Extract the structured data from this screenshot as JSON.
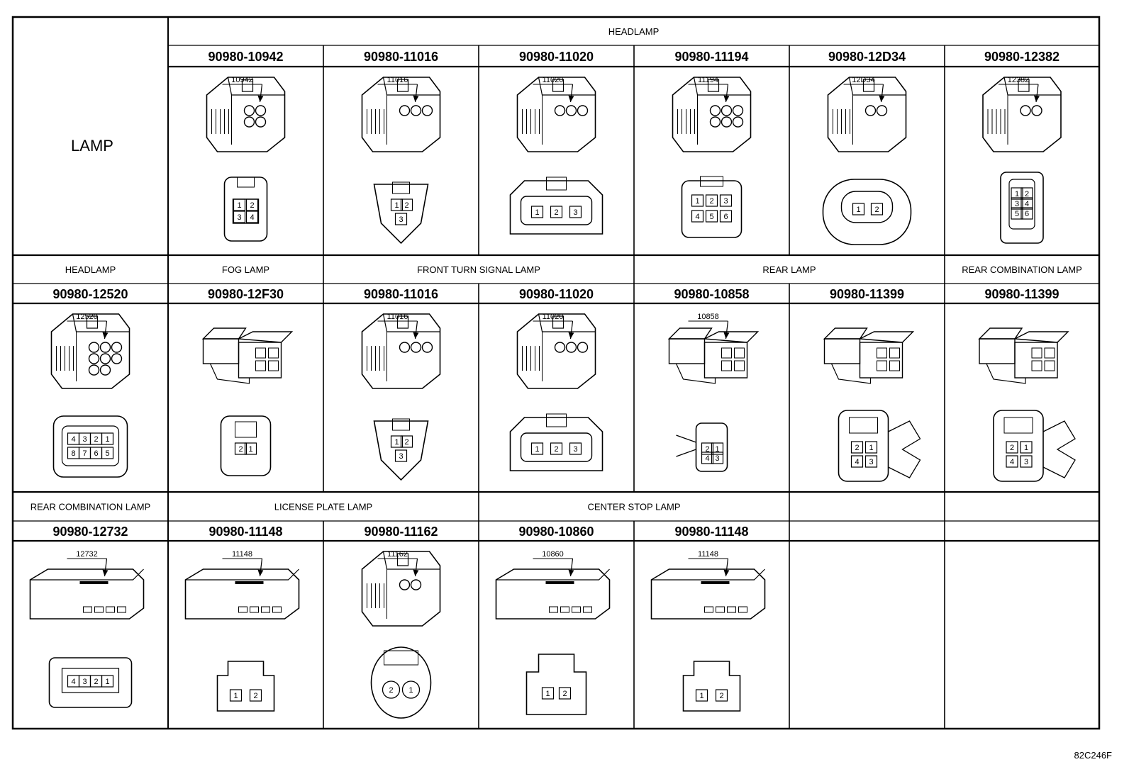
{
  "side_label": "LAMP",
  "drawing_id": "82C246F",
  "rows": [
    {
      "groups": [
        {
          "label": "HEADLAMP"
        }
      ],
      "parts": [
        {
          "code": "90980-10942",
          "callout": "10942",
          "face": {
            "type": "quad",
            "pins": [
              "1",
              "2",
              "3",
              "4"
            ]
          }
        },
        {
          "code": "90980-11016",
          "callout": "11016",
          "face": {
            "type": "tri",
            "pins": [
              "1",
              "2",
              "3"
            ]
          }
        },
        {
          "code": "90980-11020",
          "callout": "11020",
          "face": {
            "type": "row3",
            "pins": [
              "1",
              "2",
              "3"
            ]
          }
        },
        {
          "code": "90980-11194",
          "callout": "11194",
          "face": {
            "type": "six",
            "pins": [
              "1",
              "2",
              "3",
              "4",
              "5",
              "6"
            ]
          }
        },
        {
          "code": "90980-12D34",
          "callout": "12D34",
          "face": {
            "type": "oval2",
            "pins": [
              "1",
              "2"
            ]
          }
        },
        {
          "code": "90980-12382",
          "callout": "12382",
          "face": {
            "type": "narrow6",
            "pins": [
              "1",
              "2",
              "3",
              "4",
              "5",
              "6"
            ]
          }
        }
      ]
    },
    {
      "groups": [
        {
          "label": "HEADLAMP"
        },
        {
          "label": "FOG LAMP"
        },
        {
          "label": "FRONT TURN SIGNAL LAMP"
        },
        {
          "label": "REAR LAMP"
        },
        {
          "label": "REAR COMBINATION LAMP"
        }
      ],
      "parts": [
        {
          "code": "90980-12520",
          "callout": "12520",
          "face": {
            "type": "eight",
            "pins": [
              "4",
              "3",
              "2",
              "1",
              "8",
              "7",
              "6",
              "5"
            ]
          }
        },
        {
          "code": "90980-12F30",
          "callout": "",
          "face": {
            "type": "box2",
            "pins": [
              "2",
              "1"
            ]
          }
        },
        {
          "code": "90980-11016",
          "callout": "11016",
          "face": {
            "type": "tri",
            "pins": [
              "1",
              "2",
              "3"
            ]
          }
        },
        {
          "code": "90980-11020",
          "callout": "11020",
          "face": {
            "type": "row3",
            "pins": [
              "1",
              "2",
              "3"
            ]
          }
        },
        {
          "code": "90980-10858",
          "callout": "10858",
          "face": {
            "type": "small4",
            "pins": [
              "2",
              "1",
              "4",
              "3"
            ]
          }
        },
        {
          "code": "90980-11399",
          "callout": "",
          "face": {
            "type": "clip4",
            "pins": [
              "2",
              "1",
              "4",
              "3"
            ]
          }
        },
        {
          "code": "90980-11399",
          "callout": "",
          "face": {
            "type": "clip4",
            "pins": [
              "2",
              "1",
              "4",
              "3"
            ]
          }
        }
      ]
    },
    {
      "groups": [
        {
          "label": "REAR COMBINATION LAMP"
        },
        {
          "label": "LICENSE PLATE LAMP"
        },
        {
          "label": "CENTER STOP LAMP"
        },
        {
          "label": ""
        },
        {
          "label": ""
        }
      ],
      "parts": [
        {
          "code": "90980-12732",
          "callout": "12732",
          "face": {
            "type": "flat4",
            "pins": [
              "4",
              "3",
              "2",
              "1"
            ]
          }
        },
        {
          "code": "90980-11148",
          "callout": "11148",
          "face": {
            "type": "latch2",
            "pins": [
              "1",
              "2"
            ]
          }
        },
        {
          "code": "90980-11162",
          "callout": "11162",
          "face": {
            "type": "round2",
            "pins": [
              "2",
              "1"
            ]
          }
        },
        {
          "code": "90980-10860",
          "callout": "10860",
          "face": {
            "type": "hex2",
            "pins": [
              "1",
              "2"
            ]
          }
        },
        {
          "code": "90980-11148",
          "callout": "11148",
          "face": {
            "type": "latch2",
            "pins": [
              "1",
              "2"
            ]
          }
        },
        {
          "code": "",
          "callout": "",
          "face": {
            "type": "none",
            "pins": []
          }
        },
        {
          "code": "",
          "callout": "",
          "face": {
            "type": "none",
            "pins": []
          }
        }
      ]
    }
  ]
}
